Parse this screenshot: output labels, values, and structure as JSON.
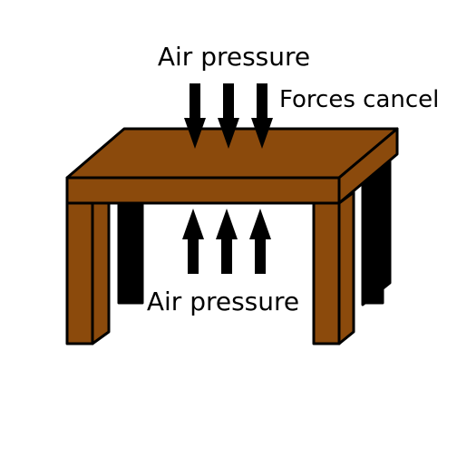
{
  "labels": {
    "top": "Air pressure",
    "right": "Forces cancel",
    "bottom": "Air pressure"
  },
  "colors": {
    "wood": "#8B4A0C",
    "outline": "#000000",
    "arrow": "#000000",
    "background": "#ffffff"
  },
  "arrows": {
    "down_count": 3,
    "up_count": 3
  }
}
